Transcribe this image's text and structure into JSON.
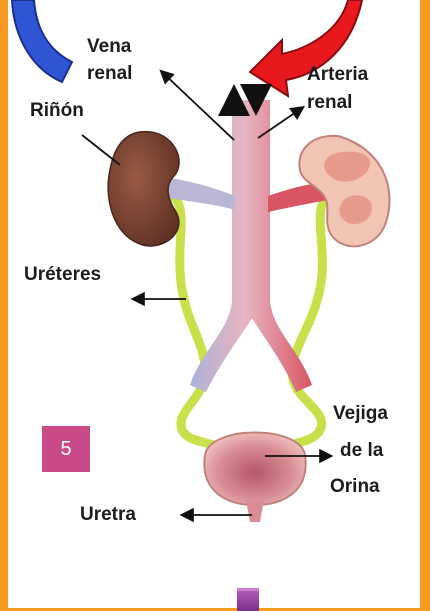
{
  "labels": {
    "vena_renal_1": "Vena",
    "vena_renal_2": "renal",
    "arteria_renal_1": "Arteria",
    "arteria_renal_2": "renal",
    "rinon": "Riñón",
    "ureteres": "Uréteres",
    "vejiga_1": "Vejiga",
    "vejiga_2": "de la",
    "vejiga_3": "Orina",
    "uretra": "Uretra"
  },
  "badge": {
    "number": "5"
  },
  "colors": {
    "frame": "#f59a1f",
    "badge": "#c94a86",
    "kidney_left": "#7a4433",
    "kidney_right": "#f1c4b4",
    "ureter": "#c8e04a",
    "artery": "#d85563",
    "vein": "#aab2d8",
    "bladder": "#e6a3a3",
    "blue_arrow": "#2f55d4",
    "red_arrow": "#e8181d"
  }
}
